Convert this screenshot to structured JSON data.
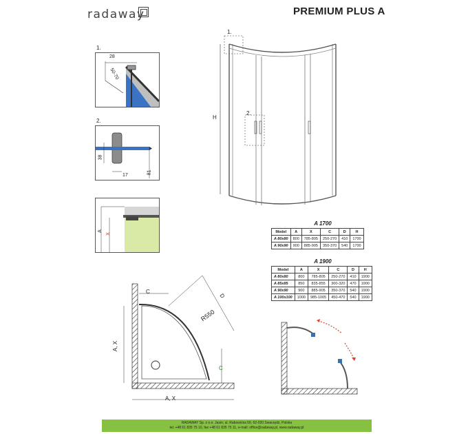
{
  "brand": {
    "logo_text": "radaway"
  },
  "header": {
    "title": "PREMIUM PLUS A"
  },
  "callouts": {
    "one": "1.",
    "two": "2."
  },
  "detail1": {
    "label": "1.",
    "dim_a": "28",
    "dim_b": "50-70"
  },
  "detail2": {
    "label": "2.",
    "dim_a": "38",
    "dim_b": "17",
    "dim_c": "81"
  },
  "detail3": {
    "dim_a": "A",
    "dim_x": "X"
  },
  "front_view": {
    "dim_h": "H"
  },
  "plan_view": {
    "dim_c_top": "C",
    "dim_d": "D",
    "dim_r": "R550",
    "dim_ax_left": "A, X",
    "dim_ax_bottom": "A, X",
    "dim_c_side": "C"
  },
  "tables": [
    {
      "caption": "A 1700",
      "headers": [
        "Model",
        "A",
        "X",
        "C",
        "D",
        "H"
      ],
      "rows": [
        [
          "A 80x80",
          "800",
          "785-805",
          "250-270",
          "410",
          "1700"
        ],
        [
          "A 90x90",
          "900",
          "885-905",
          "350-370",
          "540",
          "1700"
        ]
      ]
    },
    {
      "caption": "A 1900",
      "headers": [
        "Model",
        "A",
        "X",
        "C",
        "D",
        "H"
      ],
      "rows": [
        [
          "A 80x80",
          "800",
          "785-805",
          "250-270",
          "410",
          "1900"
        ],
        [
          "A 85x85",
          "850",
          "835-855",
          "300-320",
          "470",
          "1900"
        ],
        [
          "A 90x90",
          "900",
          "885-905",
          "350-370",
          "540",
          "1900"
        ],
        [
          "A 100x100",
          "1000",
          "985-1005",
          "450-470",
          "540",
          "1900"
        ]
      ]
    }
  ],
  "footer": {
    "line1": "RADAWAY Sp. z o.o. Jasin; ul. Rabowicka 59, 62-020 Swarzędz, Polska",
    "line2": "tel. +48 61 835 75 10, fax +48 61 835 75 11, e-mail: office@radaway.pl, www.radaway.pl"
  },
  "colors": {
    "footer_green": "#86c141",
    "glass_blue": "#3a73c4",
    "tray_green": "#d9e9a6",
    "arrow_red": "#e0402a",
    "handle_blue": "#3a6fb0"
  }
}
